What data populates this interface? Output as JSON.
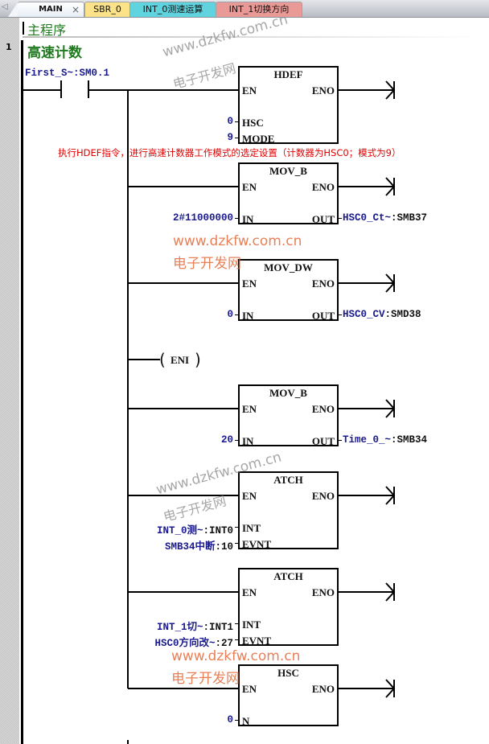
{
  "tabs": [
    {
      "label": "MAIN",
      "active": true,
      "close_icon": "close-icon"
    },
    {
      "label": "SBR_0",
      "color": "#fce38a"
    },
    {
      "label": "INT_0测速运算",
      "color": "#5fd3de"
    },
    {
      "label": "INT_1切换方向",
      "color": "#e99a97"
    }
  ],
  "program": {
    "title": "主程序",
    "network_number": "1",
    "network_title": "高速计数"
  },
  "contact": {
    "label": "First_S~:SM0.1"
  },
  "comment": "执行HDEF指令，进行高速计数器工作模式的选定设置（计数器为HSC0；模式为9）",
  "blocks": [
    {
      "name": "HDEF",
      "en": "EN",
      "eno": "ENO",
      "inputs": [
        {
          "pin": "HSC",
          "value": "0"
        },
        {
          "pin": "MODE",
          "value": "9"
        }
      ]
    },
    {
      "name": "MOV_B",
      "en": "EN",
      "eno": "ENO",
      "inputs": [
        {
          "pin": "IN",
          "value": "2#11000000"
        }
      ],
      "outputs": [
        {
          "pin": "OUT",
          "symbol": "HSC0_Ct~",
          "address": ":SMB37"
        }
      ]
    },
    {
      "name": "MOV_DW",
      "en": "EN",
      "eno": "ENO",
      "inputs": [
        {
          "pin": "IN",
          "value": "0"
        }
      ],
      "outputs": [
        {
          "pin": "OUT",
          "symbol": "HSC0_CV",
          "address": ":SMD38"
        }
      ]
    },
    {
      "name": "MOV_B",
      "en": "EN",
      "eno": "ENO",
      "inputs": [
        {
          "pin": "IN",
          "value": "20"
        }
      ],
      "outputs": [
        {
          "pin": "OUT",
          "symbol": "Time_0_~",
          "address": ":SMB34"
        }
      ]
    },
    {
      "name": "ATCH",
      "en": "EN",
      "eno": "ENO",
      "inputs": [
        {
          "pin": "INT",
          "symbol": "INT_0测~",
          "address": ":INT0"
        },
        {
          "pin": "EVNT",
          "symbol": "SMB34中断",
          "address": ":10"
        }
      ]
    },
    {
      "name": "ATCH",
      "en": "EN",
      "eno": "ENO",
      "inputs": [
        {
          "pin": "INT",
          "symbol": "INT_1切~",
          "address": ":INT1"
        },
        {
          "pin": "EVNT",
          "symbol": "HSC0方向改~",
          "address": ":27"
        }
      ]
    },
    {
      "name": "HSC",
      "en": "EN",
      "eno": "ENO",
      "inputs": [
        {
          "pin": "N",
          "value": "0"
        }
      ]
    }
  ],
  "eni_coil": "ENI",
  "watermarks": {
    "url": "www.dzkfw.com.cn",
    "name": "电子开发网"
  }
}
